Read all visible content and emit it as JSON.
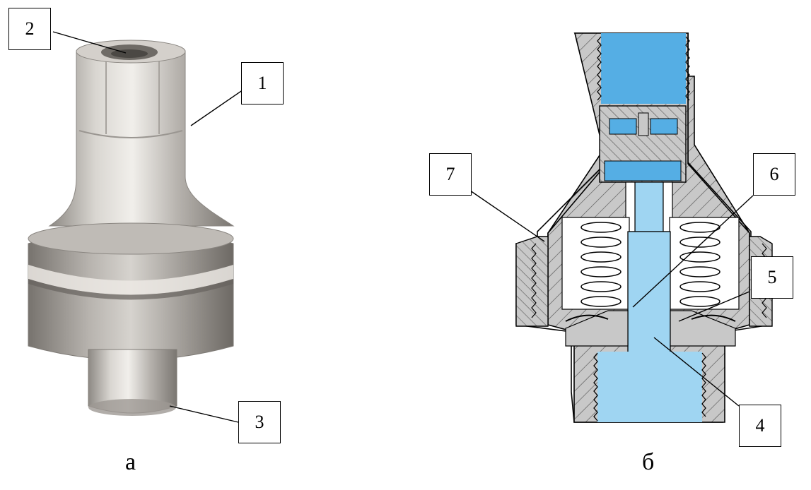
{
  "figure": {
    "panel_a": {
      "caption": "а",
      "callouts": {
        "c1": "1",
        "c2": "2",
        "c3": "3"
      }
    },
    "panel_b": {
      "caption": "б",
      "callouts": {
        "c4": "4",
        "c5": "5",
        "c6": "6",
        "c7": "7"
      }
    }
  },
  "colors": {
    "metal_light": "#e4e1dc",
    "metal_mid": "#b9b5b0",
    "metal_dark": "#7d7975",
    "section_gray": "#c9c9c9",
    "fluid_blue": "#55aee4",
    "fluid_light": "#9fd5f2",
    "line": "#000000"
  }
}
